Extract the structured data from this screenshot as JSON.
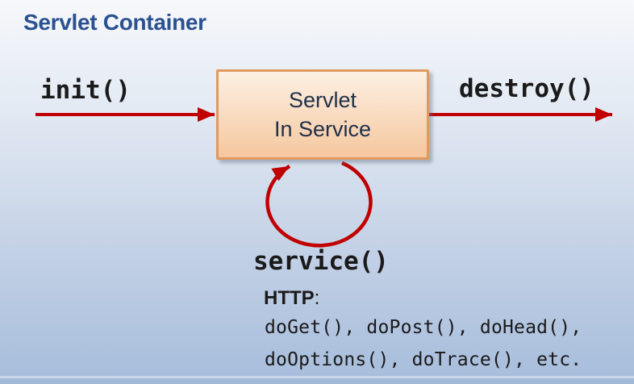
{
  "title": "Servlet Container",
  "state_box": {
    "line1": "Servlet",
    "line2": "In Service"
  },
  "labels": {
    "init": "init()",
    "destroy": "destroy()",
    "service": "service()"
  },
  "http": {
    "heading": "HTTP",
    "colon": ":",
    "methods_line1": "doGet(), doPost(), doHead(),",
    "methods_line2": "doOptions(), doTrace(), etc."
  },
  "icons": {
    "init_arrow": "right-arrow",
    "destroy_arrow": "right-arrow",
    "service_loop": "self-loop-arrow"
  },
  "colors": {
    "accent_red": "#C00000",
    "title_blue": "#2A5190",
    "box_border": "#E09A60",
    "box_fill_top": "#FDF0E3",
    "box_fill_bottom": "#F5C79E",
    "bg_top": "#F7F8FB",
    "bg_bottom": "#A8BEDC",
    "text_dark": "#1A1A1A",
    "box_text": "#20304A",
    "band_line": "#C9D6EB",
    "band_bottom": "#A3B9D8"
  }
}
